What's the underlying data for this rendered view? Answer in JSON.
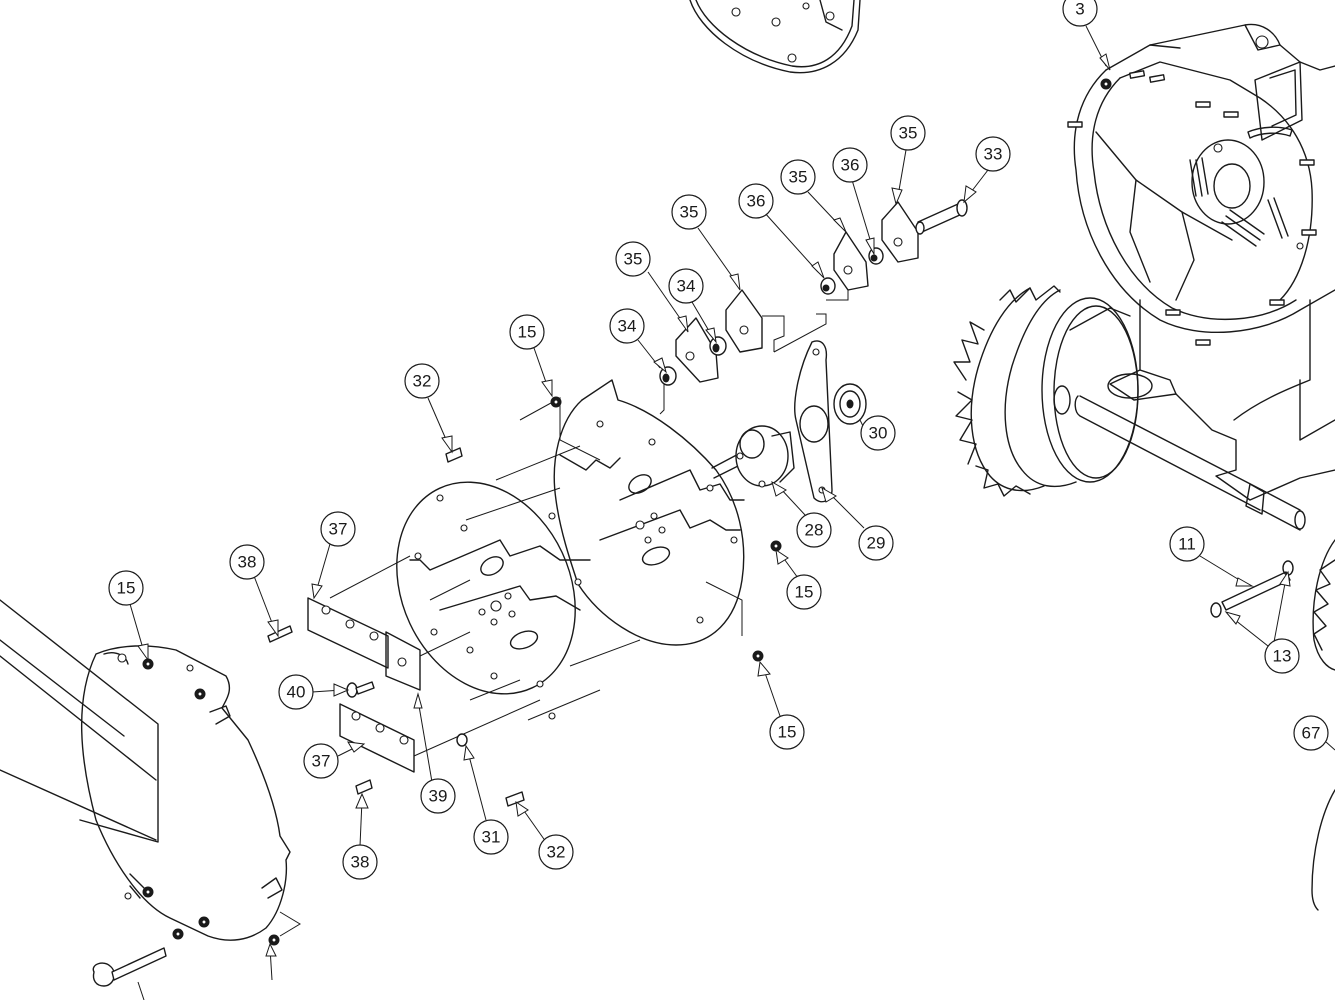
{
  "callouts": [
    {
      "id": "c3",
      "label": "3"
    },
    {
      "id": "c33",
      "label": "33"
    },
    {
      "id": "c35a",
      "label": "35"
    },
    {
      "id": "c36a",
      "label": "36"
    },
    {
      "id": "c35b",
      "label": "35"
    },
    {
      "id": "c36b",
      "label": "36"
    },
    {
      "id": "c35c",
      "label": "35"
    },
    {
      "id": "c35d",
      "label": "35"
    },
    {
      "id": "c34a",
      "label": "34"
    },
    {
      "id": "c34b",
      "label": "34"
    },
    {
      "id": "c15a",
      "label": "15"
    },
    {
      "id": "c32a",
      "label": "32"
    },
    {
      "id": "c30",
      "label": "30"
    },
    {
      "id": "c28",
      "label": "28"
    },
    {
      "id": "c29",
      "label": "29"
    },
    {
      "id": "c15b",
      "label": "15"
    },
    {
      "id": "c15c",
      "label": "15"
    },
    {
      "id": "c37a",
      "label": "37"
    },
    {
      "id": "c38a",
      "label": "38"
    },
    {
      "id": "c15d",
      "label": "15"
    },
    {
      "id": "c40",
      "label": "40"
    },
    {
      "id": "c37b",
      "label": "37"
    },
    {
      "id": "c39",
      "label": "39"
    },
    {
      "id": "c38b",
      "label": "38"
    },
    {
      "id": "c31",
      "label": "31"
    },
    {
      "id": "c32b",
      "label": "32"
    },
    {
      "id": "c11",
      "label": "11"
    },
    {
      "id": "c13",
      "label": "13"
    },
    {
      "id": "c67",
      "label": "67"
    }
  ]
}
